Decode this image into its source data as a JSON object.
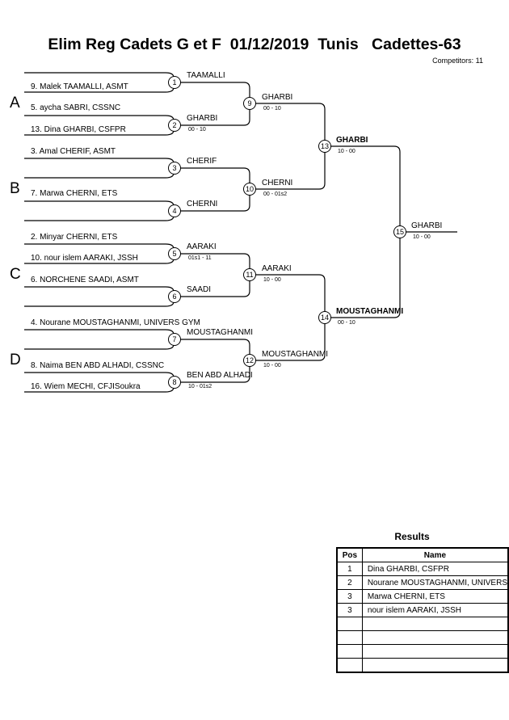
{
  "header": {
    "title": "Elim Reg Cadets G et F  01/12/2019  Tunis   Cadettes-63",
    "competitors": "Competitors: 11"
  },
  "pools": [
    "A",
    "B",
    "C",
    "D"
  ],
  "entrants": [
    "9. Malek TAAMALLI, ASMT",
    "5. aycha SABRI, CSSNC",
    "13. Dina GHARBI, CSFPR",
    "3. Amal CHERIF, ASMT",
    "7. Marwa CHERNI, ETS",
    "2. Minyar CHERNI, ETS",
    "10. nour islem AARAKI, JSSH",
    "6. NORCHENE SAADI, ASMT",
    "4. Nourane MOUSTAGHANMI, UNIVERS GYM",
    "8. Naima BEN ABD ALHADI, CSSNC",
    "16. Wiem MECHI, CFJISoukra"
  ],
  "matches": [
    {
      "num": "1",
      "winner": "TAAMALLI",
      "score": ""
    },
    {
      "num": "2",
      "winner": "GHARBI",
      "score": "00 - 10"
    },
    {
      "num": "3",
      "winner": "CHERIF",
      "score": ""
    },
    {
      "num": "4",
      "winner": "CHERNI",
      "score": ""
    },
    {
      "num": "5",
      "winner": "AARAKI",
      "score": "01s1 - 11"
    },
    {
      "num": "6",
      "winner": "SAADI",
      "score": ""
    },
    {
      "num": "7",
      "winner": "MOUSTAGHANMI",
      "score": ""
    },
    {
      "num": "8",
      "winner": "BEN ABD ALHADI",
      "score": "10 - 01s2"
    },
    {
      "num": "9",
      "winner": "GHARBI",
      "score": "00 - 10"
    },
    {
      "num": "10",
      "winner": "CHERNI",
      "score": "00 - 01s2"
    },
    {
      "num": "11",
      "winner": "AARAKI",
      "score": "10 - 00"
    },
    {
      "num": "12",
      "winner": "MOUSTAGHANMI",
      "score": "10 - 00"
    },
    {
      "num": "13",
      "winner": "GHARBI",
      "score": "10 - 00"
    },
    {
      "num": "14",
      "winner": "MOUSTAGHANMI",
      "score": "00 - 10"
    },
    {
      "num": "15",
      "winner": "GHARBI",
      "score": "10 - 00"
    }
  ],
  "results": {
    "title": "Results",
    "headers": {
      "pos": "Pos",
      "name": "Name"
    },
    "rows": [
      {
        "pos": "1",
        "name": "Dina GHARBI, CSFPR"
      },
      {
        "pos": "2",
        "name": "Nourane MOUSTAGHANMI, UNIVERS"
      },
      {
        "pos": "3",
        "name": "Marwa CHERNI, ETS"
      },
      {
        "pos": "3",
        "name": "nour islem AARAKI, JSSH"
      },
      {
        "pos": "",
        "name": ""
      },
      {
        "pos": "",
        "name": ""
      },
      {
        "pos": "",
        "name": ""
      },
      {
        "pos": "",
        "name": ""
      }
    ]
  }
}
